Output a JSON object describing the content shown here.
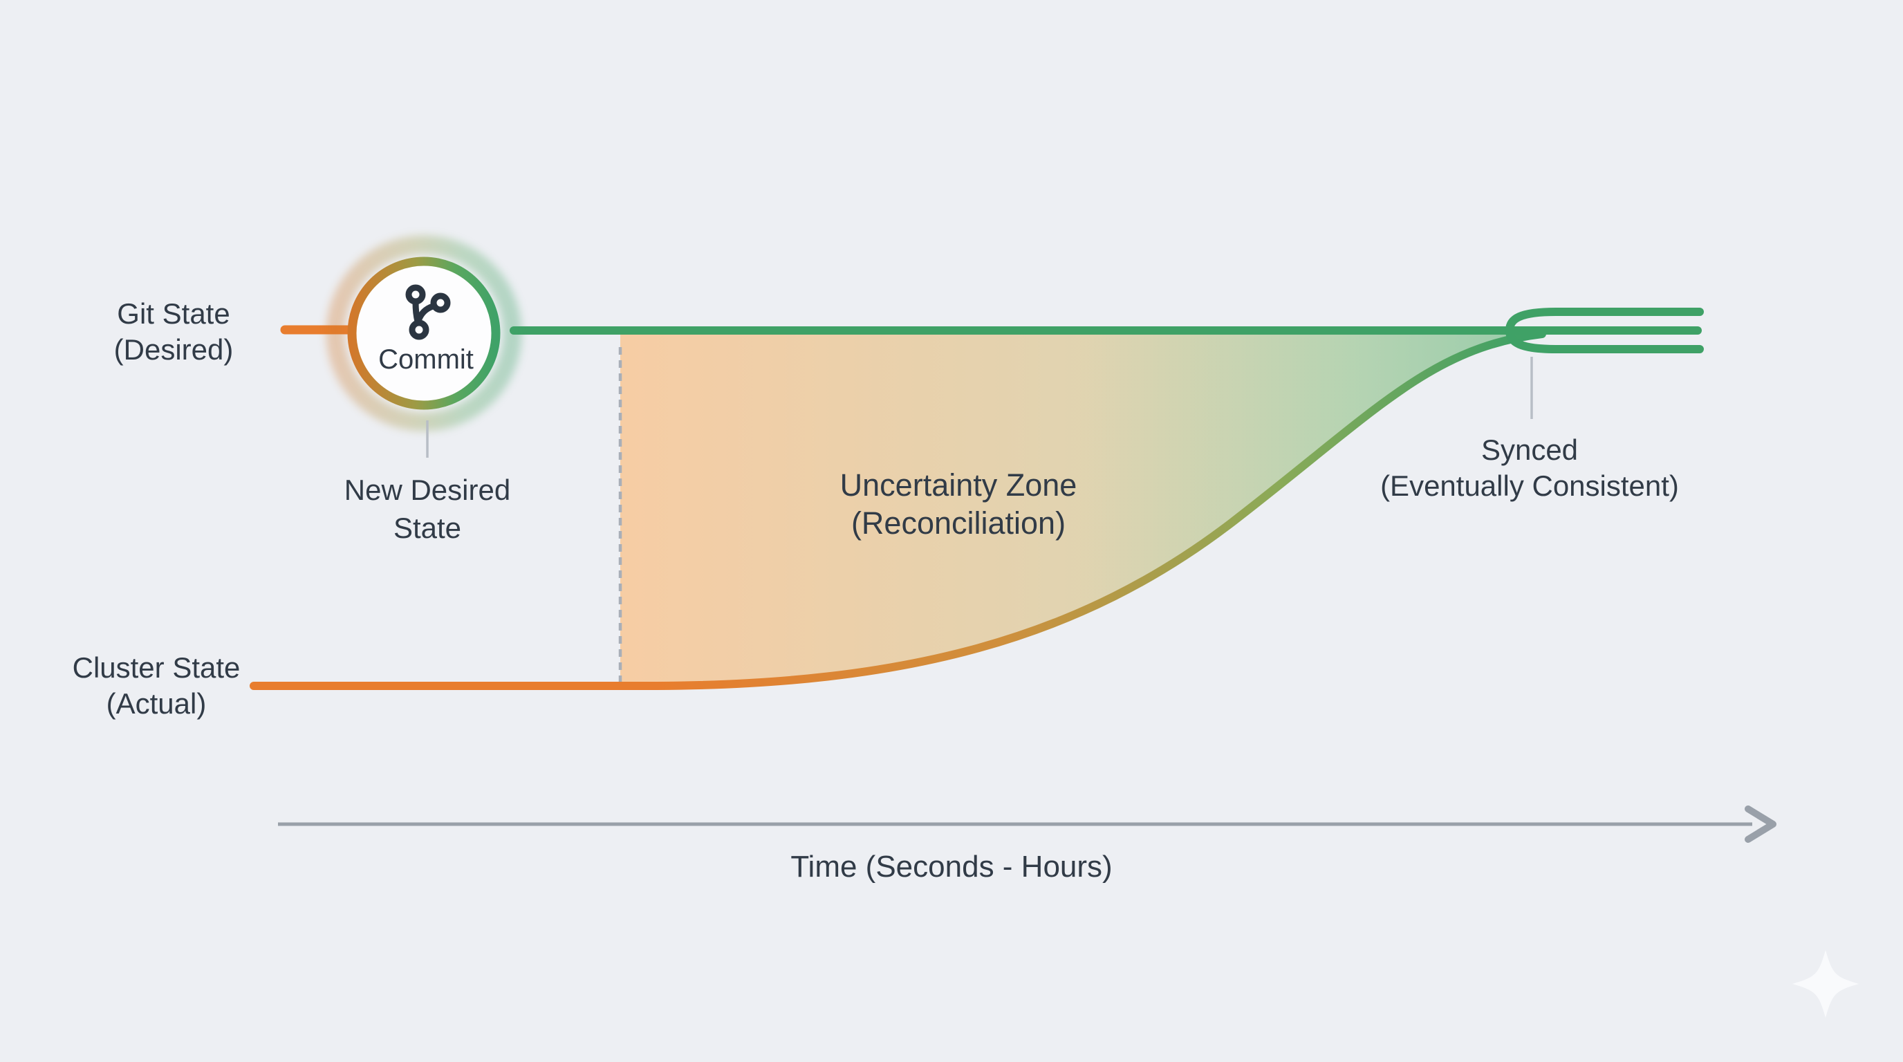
{
  "labels": {
    "git_state": [
      "Git State",
      "(Desired)"
    ],
    "cluster_state": [
      "Cluster State",
      "(Actual)"
    ],
    "commit": "Commit",
    "new_desired": [
      "New Desired",
      "State"
    ],
    "uncertainty": [
      "Uncertainty Zone",
      "(Reconciliation)"
    ],
    "synced": [
      "Synced",
      "(Eventually Consistent)"
    ],
    "time_axis": "Time (Seconds - Hours)"
  },
  "icons": {
    "commit_node": "git-branch-icon",
    "corner": "sparkle-icon"
  },
  "colors": {
    "background": "#edeff3",
    "text": "#313b47",
    "orange": "#e87d2e",
    "green": "#3fa166",
    "ring_left": "#d2782b",
    "ring_right": "#3fa268",
    "fill_left": "#f7cba0",
    "fill_right": "#93caa6",
    "axis_gray": "#99a0a9",
    "dashed_gray": "#a9afb8",
    "connector_gray": "#b8bec6",
    "icon_ink": "#2b3541",
    "node_fill": "#fdfdfe",
    "sparkle": "#fafbfd"
  }
}
